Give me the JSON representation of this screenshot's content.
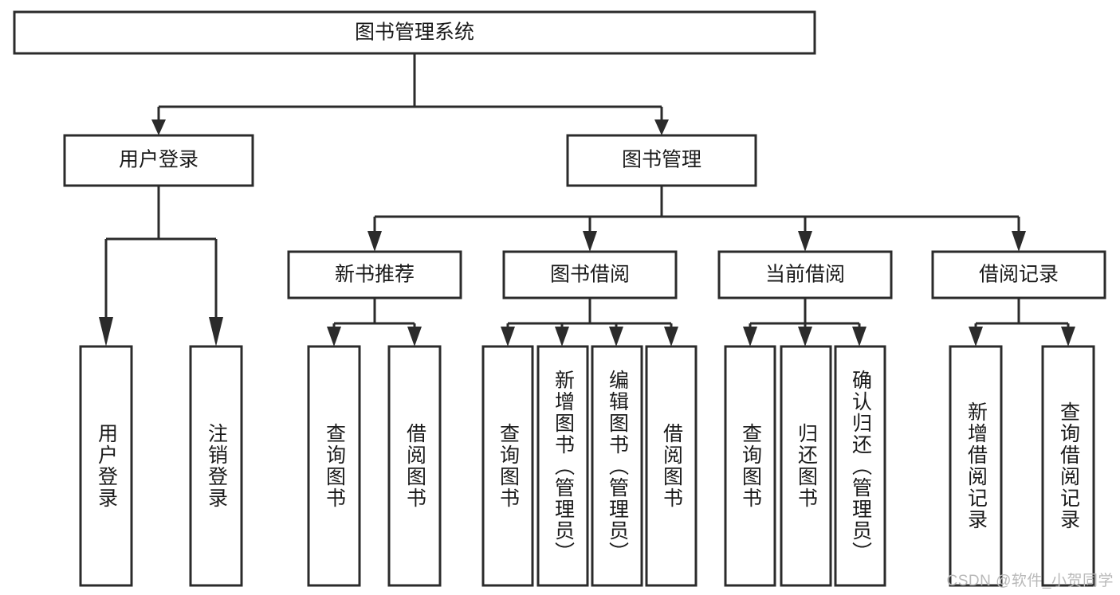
{
  "diagram": {
    "title": "图书管理系统",
    "type": "hierarchy-tree",
    "root": {
      "label": "图书管理系统"
    },
    "level1": [
      {
        "label": "用户登录"
      },
      {
        "label": "图书管理"
      }
    ],
    "level2": [
      {
        "label": "新书推荐",
        "parent": "图书管理"
      },
      {
        "label": "图书借阅",
        "parent": "图书管理"
      },
      {
        "label": "当前借阅",
        "parent": "图书管理"
      },
      {
        "label": "借阅记录",
        "parent": "图书管理"
      }
    ],
    "leaves": {
      "user_login": [
        {
          "label": "用户登录"
        },
        {
          "label": "注销登录"
        }
      ],
      "new_book_recommend": [
        {
          "label": "查询图书"
        },
        {
          "label": "借阅图书"
        }
      ],
      "book_borrow": [
        {
          "label": "查询图书"
        },
        {
          "label": "新增图书（管理员）"
        },
        {
          "label": "编辑图书（管理员）"
        },
        {
          "label": "借阅图书"
        }
      ],
      "current_borrow": [
        {
          "label": "查询图书"
        },
        {
          "label": "归还图书"
        },
        {
          "label": "确认归还（管理员）"
        }
      ],
      "borrow_record": [
        {
          "label": "新增借阅记录"
        },
        {
          "label": "查询借阅记录"
        }
      ]
    }
  },
  "watermark": {
    "text": "CSDN @软件_小贺同学"
  },
  "colors": {
    "stroke": "#2b2b2b",
    "fill": "#ffffff",
    "text": "#1a1a1a",
    "watermark": "#b9b9b9"
  }
}
